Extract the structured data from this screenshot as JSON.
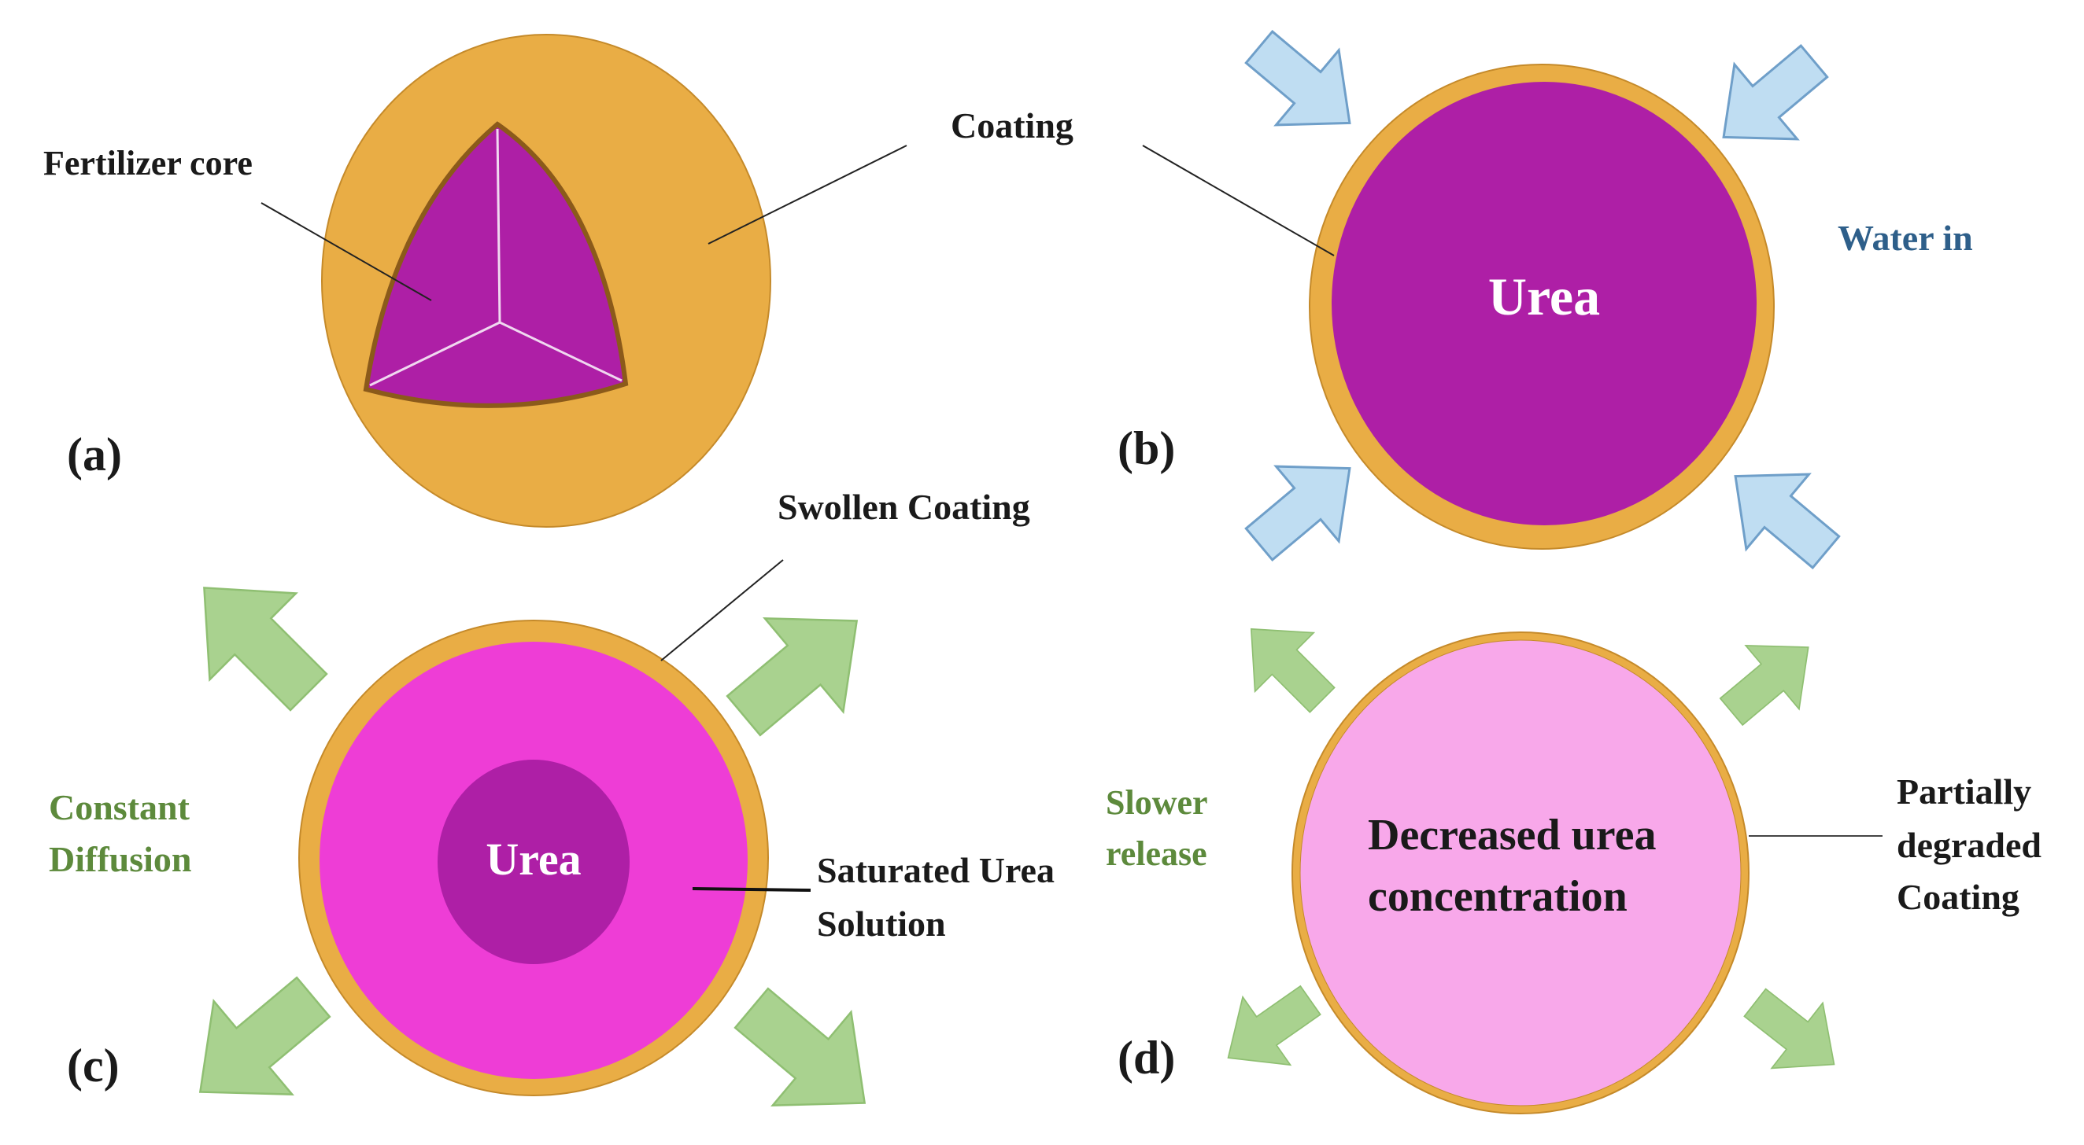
{
  "colors": {
    "coating": "#E9AD45",
    "coating_edge": "#C58A2A",
    "core_purple": "#AE1FA6",
    "solution_magenta": "#EE3DD6",
    "dissolved_pink": "#F8A8EA",
    "water_arrow": "#BFDDF2",
    "water_arrow_edge": "#6F9FC9",
    "release_arrow": "#A9D28F",
    "text": "#1a1a1a",
    "water_text": "#2e5f8a",
    "release_text": "#5d8a3c"
  },
  "panel_a": {
    "tag": "(a)",
    "core_label": "Fertilizer core",
    "coating_label": "Coating"
  },
  "panel_b": {
    "tag": "(b)",
    "center_label": "Urea",
    "water_label": "Water in"
  },
  "panel_c": {
    "tag": "(c)",
    "coating_label": "Swollen Coating",
    "center_label": "Urea",
    "solution_label_line1": "Saturated Urea",
    "solution_label_line2": "Solution",
    "diffusion_label_line1": "Constant",
    "diffusion_label_line2": "Diffusion"
  },
  "panel_d": {
    "tag": "(d)",
    "center_label_line1": "Decreased urea",
    "center_label_line2": "concentration",
    "release_label_line1": "Slower",
    "release_label_line2": "release",
    "coating_label_line1": "Partially",
    "coating_label_line2": "degraded",
    "coating_label_line3": "Coating"
  }
}
